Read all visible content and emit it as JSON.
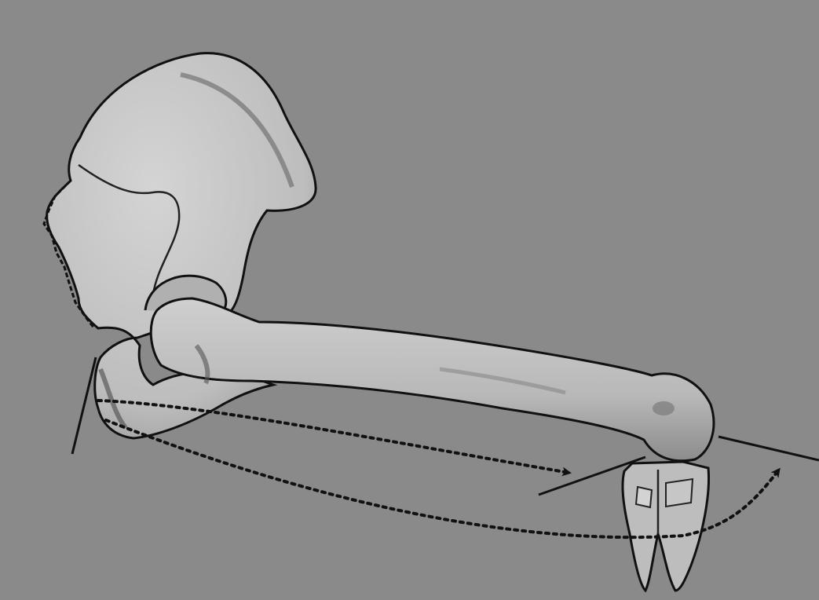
{
  "diagram": {
    "subject": "pelvis-femur-tibia",
    "background_color": "#8a8a8a",
    "bone_fill": "#c9c9c9",
    "bone_shade": "#6e6e6e",
    "outline_color": "#111111",
    "arrow_color": "#111111",
    "parts": [
      {
        "name": "pelvis-bone"
      },
      {
        "name": "femur-bone"
      },
      {
        "name": "tibia-bone"
      },
      {
        "name": "ischium-line"
      },
      {
        "name": "reference-line"
      },
      {
        "name": "knee-line"
      },
      {
        "name": "dotted-arrow-upper"
      },
      {
        "name": "dotted-arrow-lower"
      }
    ]
  }
}
